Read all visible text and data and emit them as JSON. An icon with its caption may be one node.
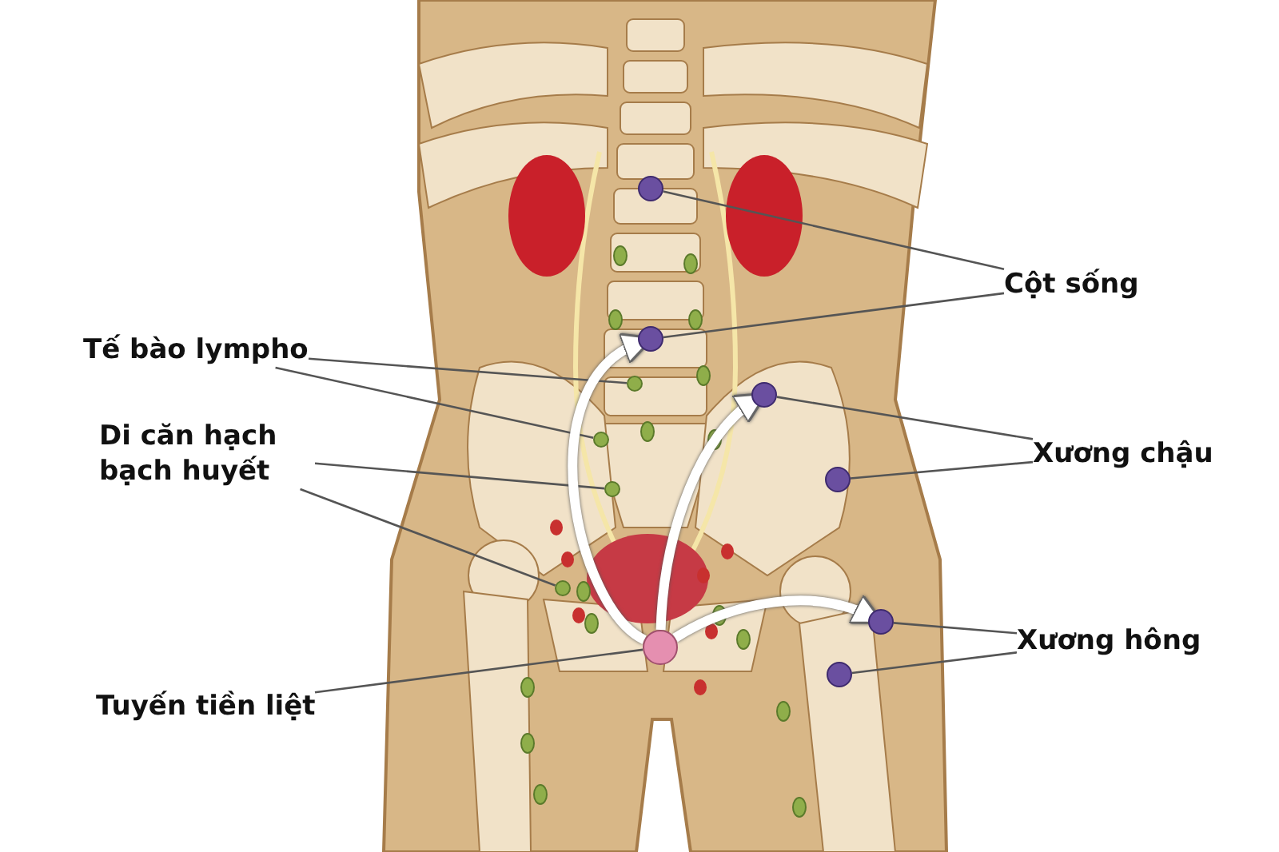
{
  "diagram": {
    "nodes": [
      {
        "text": [
          "Cột sống"
        ]
      },
      {
        "text": [],
        "shape": "circle"
      },
      {
        "text": [],
        "shape": "circle"
      },
      {
        "text": [
          "Xương chậu"
        ]
      },
      {
        "text": [],
        "shape": "circle"
      },
      {
        "text": [],
        "shape": "circle"
      },
      {
        "text": [
          "Xương hông"
        ]
      },
      {
        "text": [],
        "shape": "circle"
      },
      {
        "text": [],
        "shape": "circle"
      },
      {
        "text": [
          "Tế bào lympho"
        ]
      },
      {
        "text": [],
        "shape": "circle"
      },
      {
        "text": [],
        "shape": "circle"
      },
      {
        "text": [
          "Di căn hạch bạch huyết"
        ]
      },
      {
        "text": [],
        "shape": "circle"
      },
      {
        "text": [],
        "shape": "circle"
      },
      {
        "text": [
          "Tuyến tiền liệt"
        ]
      },
      {
        "text": [],
        "shape": "circle"
      }
    ],
    "edges": [
      {
        "from": 0,
        "to": 1,
        "arrow": "none"
      },
      {
        "from": 0,
        "to": 2,
        "arrow": "none"
      },
      {
        "from": 3,
        "to": 4,
        "arrow": "none"
      },
      {
        "from": 3,
        "to": 5,
        "arrow": "none"
      },
      {
        "from": 6,
        "to": 7,
        "arrow": "none"
      },
      {
        "from": 6,
        "to": 8,
        "arrow": "none"
      },
      {
        "from": 9,
        "to": 10,
        "arrow": "none"
      },
      {
        "from": 9,
        "to": 11,
        "arrow": "none"
      },
      {
        "from": 12,
        "to": 13,
        "arrow": "none"
      },
      {
        "from": 12,
        "to": 14,
        "arrow": "none"
      },
      {
        "from": 15,
        "to": 16,
        "arrow": "none"
      },
      {
        "from": 16,
        "to": 2,
        "arrow": "to",
        "style": "thick",
        "color": "#ffffff"
      },
      {
        "from": 16,
        "to": 4,
        "arrow": "to",
        "style": "thick",
        "color": "#ffffff"
      },
      {
        "from": 16,
        "to": 7,
        "arrow": "to",
        "style": "thick",
        "color": "#ffffff"
      }
    ]
  }
}
